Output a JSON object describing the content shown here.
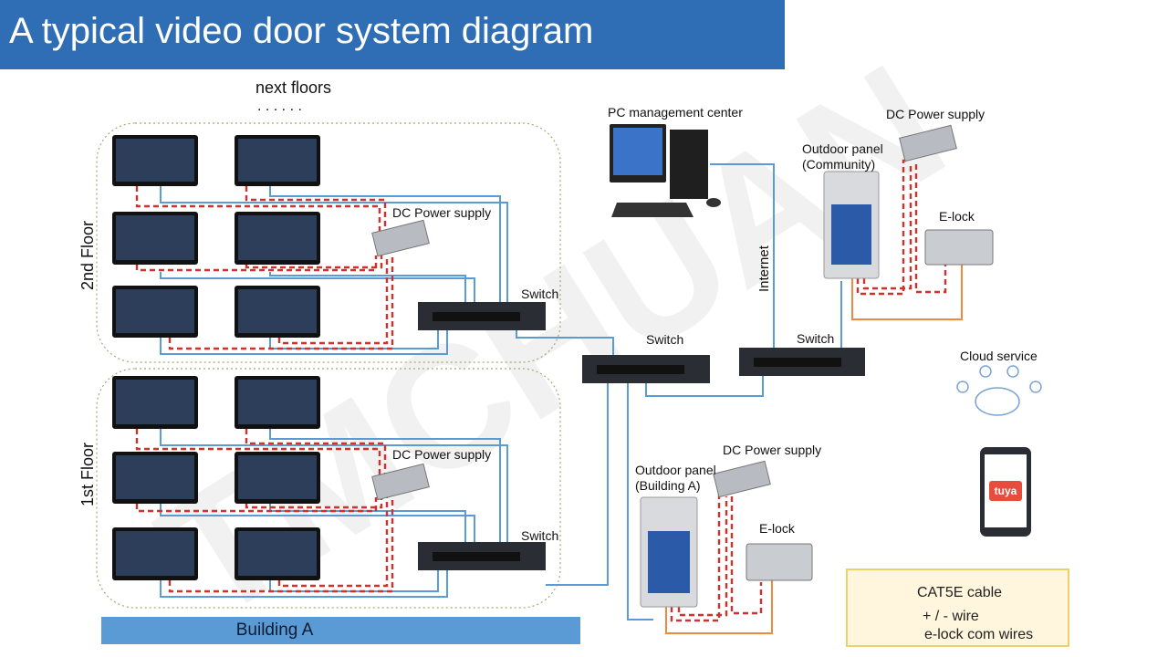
{
  "title": "A typical video door system diagram",
  "watermark": "TMCHUAN",
  "labels": {
    "next_floors": "next floors",
    "dots": ". . . . . .",
    "floor2": "2nd  Floor",
    "floor1": "1st  Floor",
    "building": "Building A",
    "dc_power_top": "DC Power supply",
    "dc_power_bottom": "DC Power supply",
    "dc_power_community": "DC Power supply",
    "dc_power_building": "DC Power supply",
    "switch_2nd": "Switch",
    "switch_1st": "Switch",
    "switch_main": "Switch",
    "switch_right": "Switch",
    "pc_center": "PC management center",
    "internet": "Internet",
    "outdoor_community_1": "Outdoor panel",
    "outdoor_community_2": "(Community)",
    "outdoor_building_1": "Outdoor panel",
    "outdoor_building_2": "(Building A)",
    "elock_top": "E-lock",
    "elock_bottom": "E-lock",
    "cloud_service": "Cloud service",
    "app_name": "tuya"
  },
  "legend": {
    "items": [
      {
        "label": "CAT5E cable",
        "color": "#5b9bd5",
        "style": "solid"
      },
      {
        "label": "+ / - wire",
        "color": "#d0312d",
        "style": "dashed"
      },
      {
        "label": "e-lock com wires",
        "color": "#ed8a3f",
        "style": "solid"
      }
    ]
  },
  "colors": {
    "title_bg": "#2f6db5",
    "cat5e": "#5b9bd5",
    "power_wire": "#d0312d",
    "elock_wire": "#ed8a3f",
    "building_bar": "#5b9bd5",
    "legend_bg": "#fff6dd",
    "legend_border": "#f0cf6a"
  }
}
